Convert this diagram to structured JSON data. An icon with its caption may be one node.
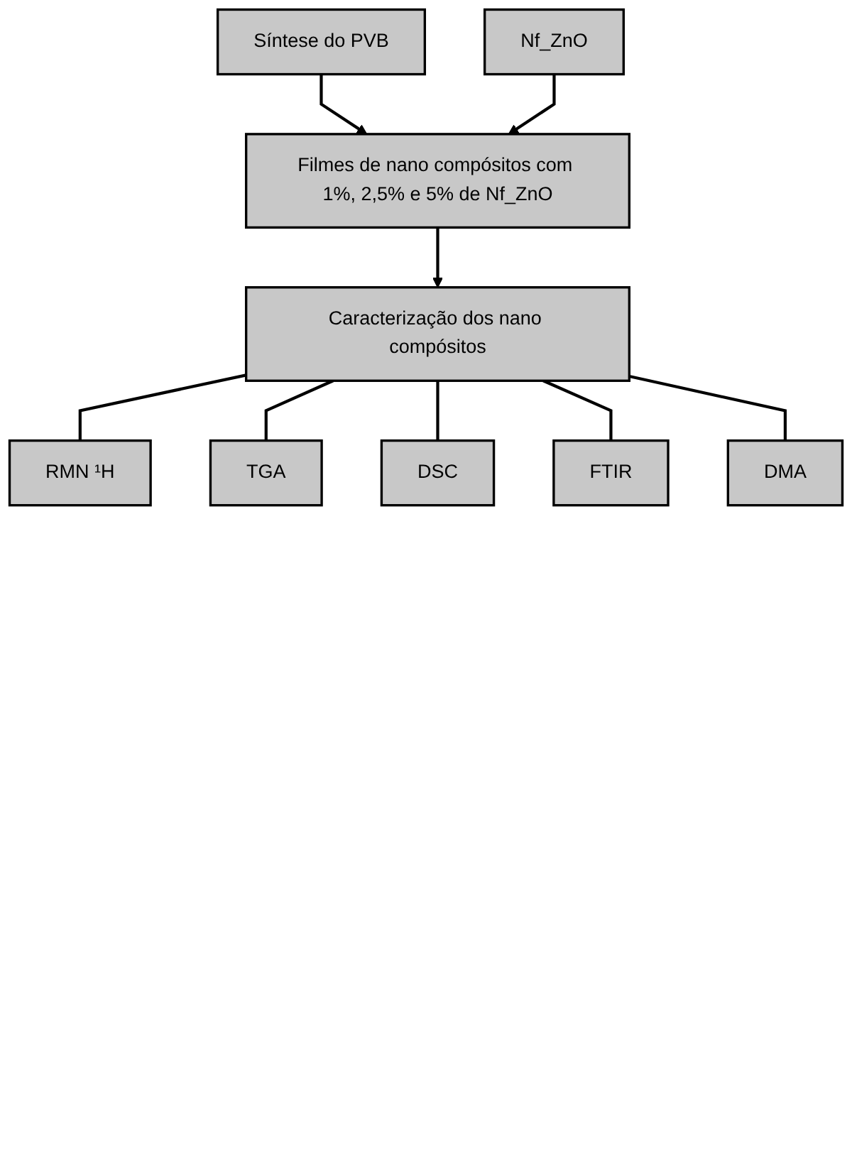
{
  "diagram": {
    "nodes": [
      {
        "text": [
          "Síntese do PVB"
        ]
      },
      {
        "text": [
          "Nf_ZnO"
        ]
      },
      {
        "text": [
          "Filmes de nano compósitos com 1%, 2,5% e 5% de Nf_ZnO"
        ]
      },
      {
        "text": [
          "Caracterização dos nano compósitos"
        ]
      },
      {
        "text": [
          "RMN ¹H"
        ]
      },
      {
        "text": [
          "TGA"
        ]
      },
      {
        "text": [
          "DSC"
        ]
      },
      {
        "text": [
          "FTIR"
        ]
      },
      {
        "text": [
          "DMA"
        ]
      }
    ],
    "edges": [
      {
        "from": 0,
        "to": 2,
        "arrow": "to"
      },
      {
        "from": 1,
        "to": 2,
        "arrow": "to"
      },
      {
        "from": 2,
        "to": 3,
        "arrow": "to"
      },
      {
        "from": 3,
        "to": 4,
        "arrow": "none"
      },
      {
        "from": 3,
        "to": 5,
        "arrow": "none"
      },
      {
        "from": 3,
        "to": 6,
        "arrow": "none"
      },
      {
        "from": 3,
        "to": 7,
        "arrow": "none"
      },
      {
        "from": 3,
        "to": 8,
        "arrow": "none"
      }
    ]
  }
}
